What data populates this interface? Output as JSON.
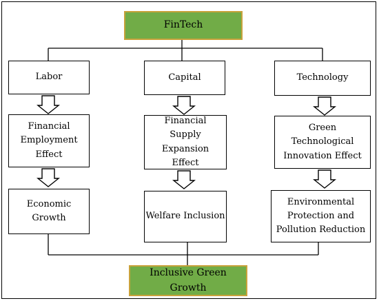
{
  "top": {
    "label": "FinTech"
  },
  "columns": [
    {
      "factor": "Labor",
      "effect": "Financial Employment Effect",
      "outcome": "Economic Growth"
    },
    {
      "factor": "Capital",
      "effect": "Financial Supply Expansion Effect",
      "outcome": "Welfare Inclusion"
    },
    {
      "factor": "Technology",
      "effect": "Green Technological Innovation Effect",
      "outcome": "Environmental Protection and Pollution Reduction"
    }
  ],
  "bottom": {
    "label": "Inclusive Green Growth"
  },
  "colors": {
    "node_fill": "#71ac47",
    "node_border": "#c9a23b",
    "line": "#000000"
  }
}
